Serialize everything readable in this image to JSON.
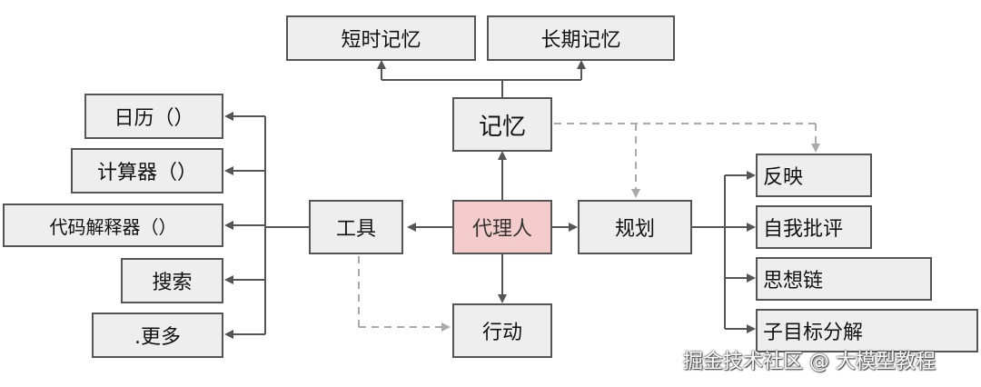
{
  "nodes": {
    "short_term_memory": "短时记忆",
    "long_term_memory": "长期记忆",
    "memory": "记忆",
    "agent": "代理人",
    "tools": "工具",
    "planning": "规划",
    "action": "行动",
    "calendar": "日历（）",
    "calculator": "计算器（）",
    "code_interpreter": "代码解释器（）",
    "search": "搜索",
    "more": ".更多",
    "reflection": "反映",
    "self_critique": "自我批评",
    "chain_of_thought": "思想链",
    "subgoal_decomposition": "子目标分解"
  },
  "watermark": "掘金技术社区 @ 大模型教程",
  "colors": {
    "node_fill": "#eeeeee",
    "center_fill": "#f4cccc",
    "line": "#555555",
    "dashed_line": "#aaaaaa"
  }
}
